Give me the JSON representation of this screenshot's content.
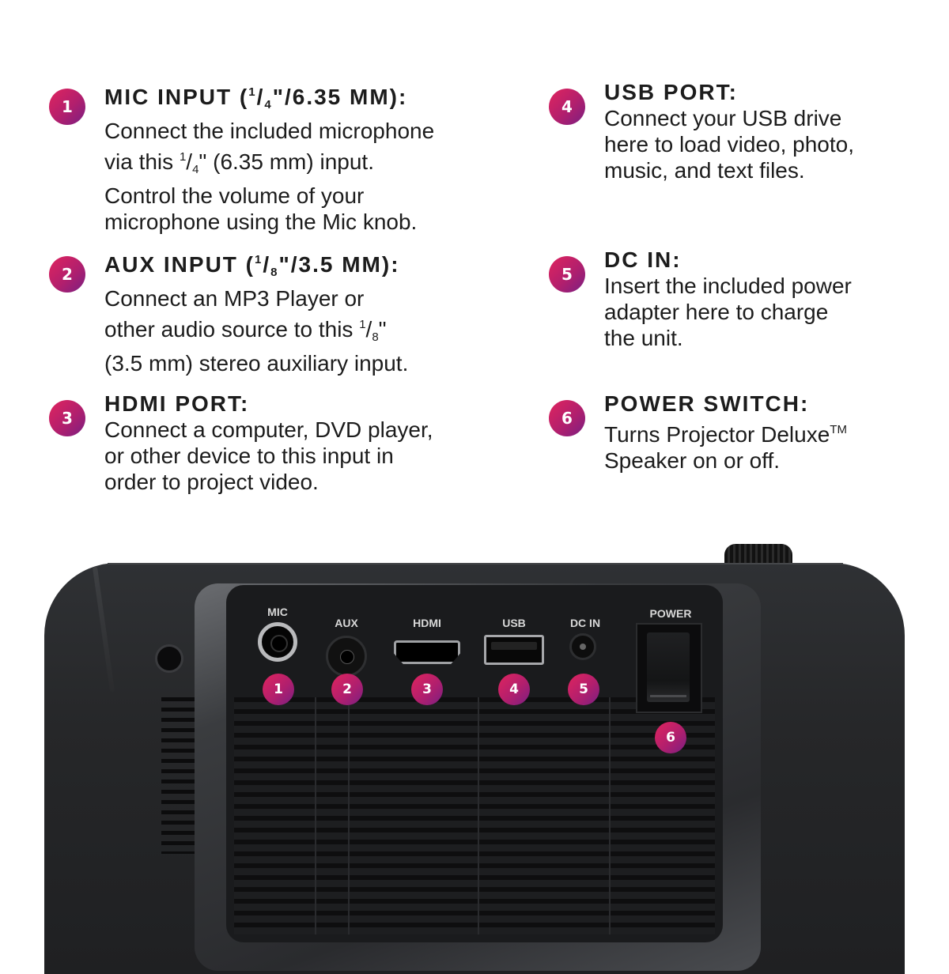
{
  "features": [
    {
      "number": "1",
      "title_pre": "MIC INPUT (",
      "title_frac_num": "1",
      "title_frac_den": "4",
      "title_post": "\"/6.35 MM):",
      "body_lines": [
        "Connect the included microphone"
      ],
      "body_line2_pre": "via this ",
      "body_line2_frac_num": "1",
      "body_line2_frac_den": "4",
      "body_line2_post": "\" (6.35 mm) input.",
      "body_lines_after": [
        "Control the volume of your",
        "microphone using the Mic knob."
      ]
    },
    {
      "number": "2",
      "title_pre": "AUX INPUT (",
      "title_frac_num": "1",
      "title_frac_den": "8",
      "title_post": "\"/3.5 MM):",
      "body_lines": [
        "Connect an MP3 Player or"
      ],
      "body_line2_pre": "other audio source to this ",
      "body_line2_frac_num": "1",
      "body_line2_frac_den": "8",
      "body_line2_post": "\"",
      "body_lines_after": [
        "(3.5 mm) stereo auxiliary input."
      ]
    },
    {
      "number": "3",
      "title": "HDMI PORT:",
      "body_lines": [
        "Connect a computer, DVD player,",
        "or other device to this input in",
        "order to project video."
      ]
    },
    {
      "number": "4",
      "title": "USB PORT:",
      "body_lines": [
        "Connect your USB drive",
        "here to load video, photo,",
        "music, and text files."
      ]
    },
    {
      "number": "5",
      "title": "DC IN:",
      "body_lines": [
        "Insert the included power",
        "adapter here to charge",
        "the unit."
      ]
    },
    {
      "number": "6",
      "title": "POWER SWITCH:",
      "body_line1_pre": "Turns Projector Deluxe",
      "body_line1_tm": "TM",
      "body_lines_after": [
        "Speaker on or off."
      ]
    }
  ],
  "device": {
    "labels": {
      "mic": "MIC",
      "aux": "AUX",
      "hdmi": "HDMI",
      "usb": "USB",
      "dc_in": "DC IN",
      "power": "POWER"
    },
    "badges": [
      "1",
      "2",
      "3",
      "4",
      "5",
      "6"
    ]
  },
  "colors": {
    "badge_gradient_start": "#e0245e",
    "badge_gradient_end": "#7a1f82",
    "text": "#1c1c1c",
    "device_body": "#262729"
  }
}
